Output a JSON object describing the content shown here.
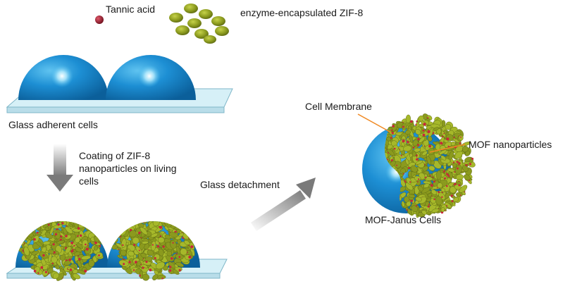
{
  "labels": {
    "tannic_acid": "Tannic acid",
    "zif8": "enzyme-encapsulated ZIF-8",
    "glass_adherent": "Glass adherent cells",
    "coating": "Coating of ZIF-8 nanoparticles on living cells",
    "glass_detachment": "Glass detachment",
    "cell_membrane": "Cell Membrane",
    "mof_nanoparticles": "MOF nanoparticles",
    "janus_cells": "MOF-Janus Cells"
  },
  "colors": {
    "cell_blue": "#1d8fd4",
    "cell_blue_dark": "#0b5f9a",
    "cell_highlight": "#e8fbff",
    "glass": "#d6f0f7",
    "glass_edge": "#7fb6c8",
    "zif8_particle": "#8b9a1e",
    "zif8_dark": "#5a6612",
    "tannic_acid": "#9a1b2b",
    "mof_coat": "#a6b82a",
    "mof_link": "#c8263a",
    "pointer_line": "#f08a24",
    "arrow_gray": "#8a8a8a"
  }
}
